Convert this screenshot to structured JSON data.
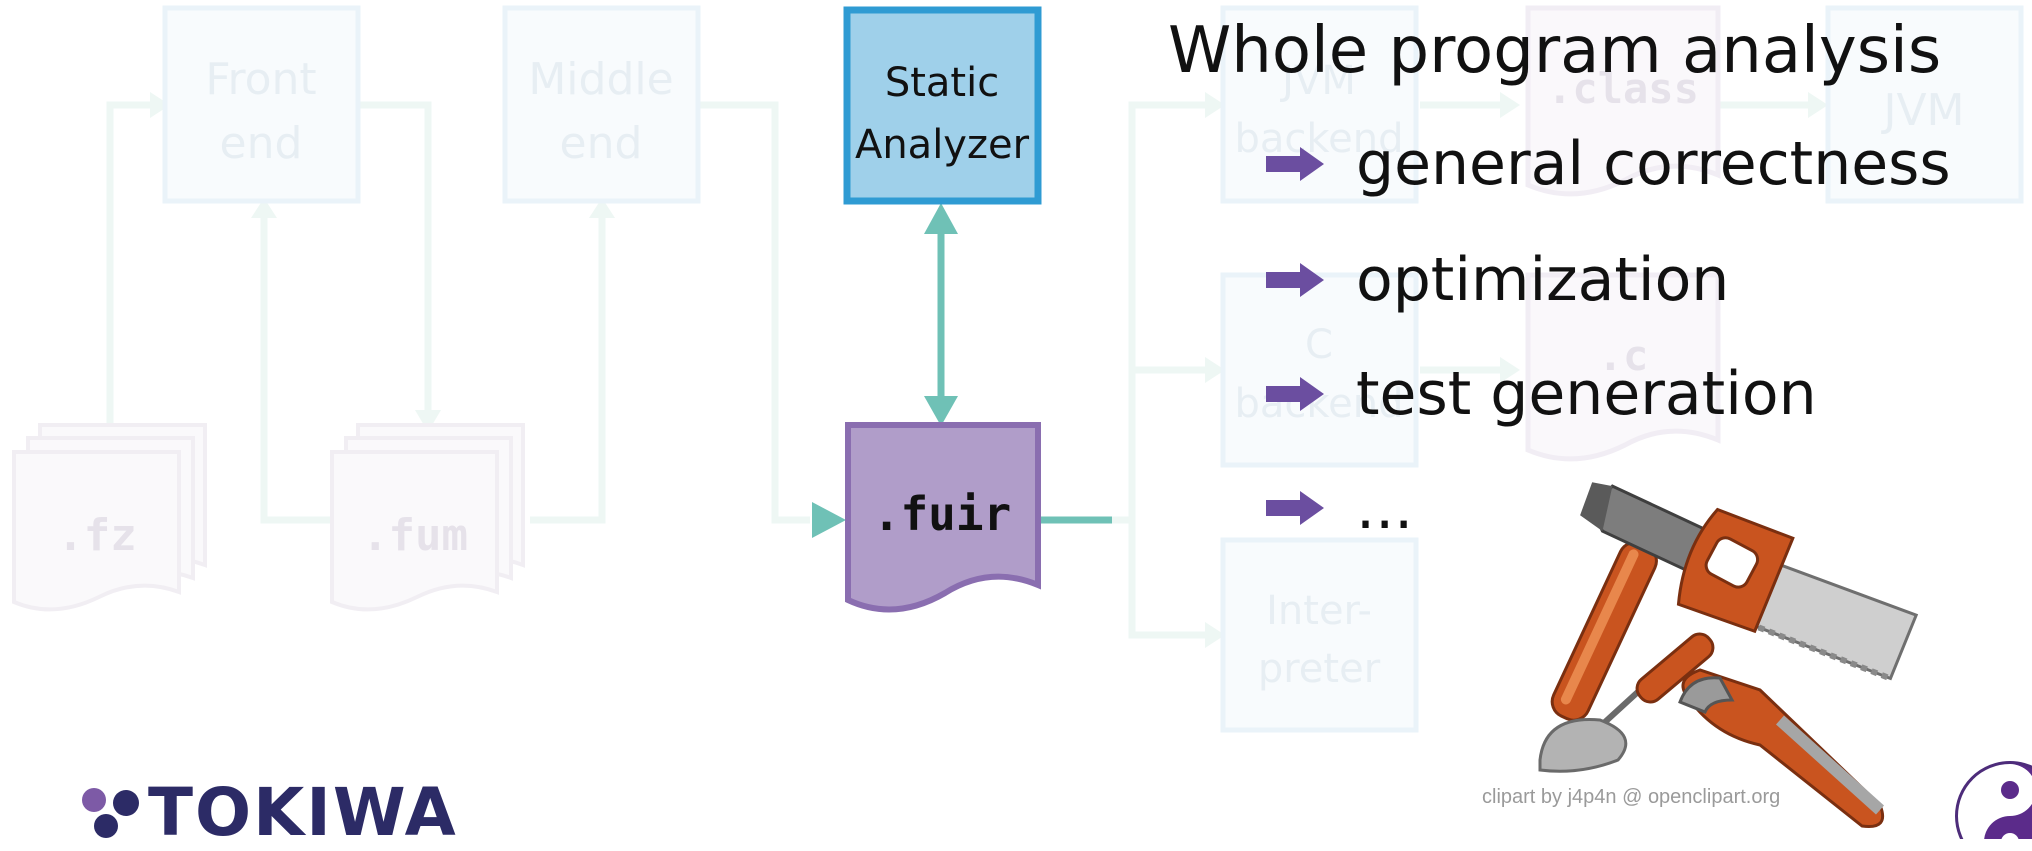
{
  "diagram": {
    "faded_nodes": {
      "front_end": [
        "Front",
        "end"
      ],
      "middle_end": [
        "Middle",
        "end"
      ],
      "jvm_backend": [
        "JVM",
        "backend"
      ],
      "class_file": ".class",
      "jvm": "JVM",
      "c_backend": [
        "C",
        "backend"
      ],
      "c_file": ".c",
      "interpreter": [
        "Inter-",
        "preter"
      ],
      "fz_file": ".fz",
      "fum_file": ".fum"
    },
    "static_analyzer": [
      "Static",
      "Analyzer"
    ],
    "fuir_file": ".fuir",
    "colors": {
      "analyzer_fill": "#9fd0ea",
      "analyzer_border": "#2f9bd3",
      "fuir_fill": "#b09dc9",
      "fuir_border": "#8a6eb0",
      "connector": "#6fc1b6",
      "bullet_arrow": "#6b4ea0"
    }
  },
  "slide": {
    "title": "Whole program analysis",
    "bullets": [
      "general correctness",
      "optimization",
      "test generation",
      "..."
    ]
  },
  "clipart": {
    "description_icon": "tools-clipart-icon",
    "credit": "clipart by j4p4n @ openclipart.org"
  },
  "branding": {
    "logo_text": "TOKIWA",
    "corner_logo_icon": "yin-yang-logo-icon"
  }
}
